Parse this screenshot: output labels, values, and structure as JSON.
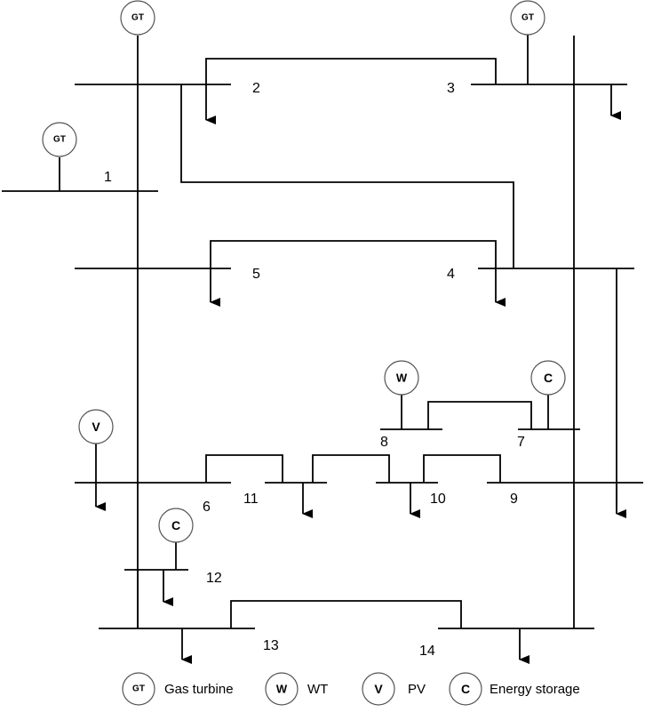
{
  "buses": [
    "1",
    "2",
    "3",
    "4",
    "5",
    "6",
    "7",
    "8",
    "9",
    "10",
    "11",
    "12",
    "13",
    "14"
  ],
  "generators": {
    "gas_turbine": "GT",
    "wind": "W",
    "pv": "V",
    "storage": "C"
  },
  "legend": [
    {
      "symbol": "GT",
      "label": "Gas turbine"
    },
    {
      "symbol": "W",
      "label": "WT"
    },
    {
      "symbol": "V",
      "label": "PV"
    },
    {
      "symbol": "C",
      "label": "Energy storage"
    }
  ]
}
